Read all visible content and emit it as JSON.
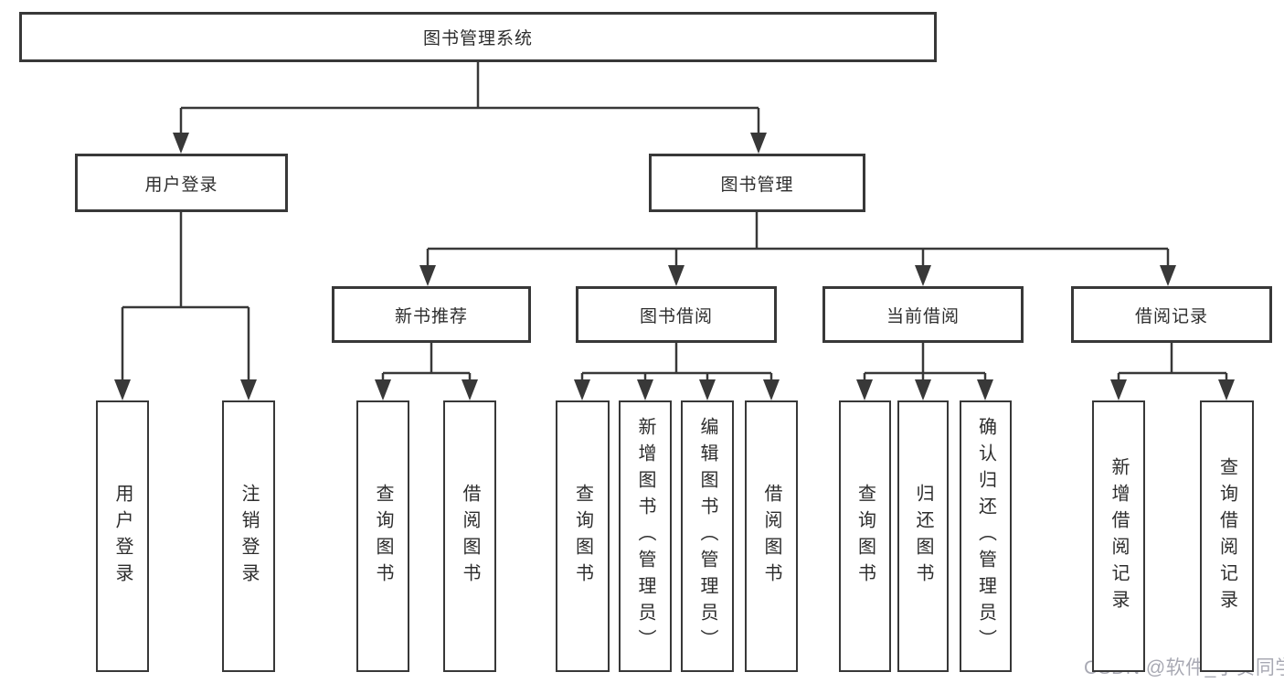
{
  "diagram": {
    "tree": {
      "label": "图书管理系统",
      "children": [
        {
          "label": "用户登录",
          "children": [
            {
              "label": "用户登录"
            },
            {
              "label": "注销登录"
            }
          ]
        },
        {
          "label": "图书管理",
          "children": [
            {
              "label": "新书推荐",
              "children": [
                {
                  "label": "查询图书"
                },
                {
                  "label": "借阅图书"
                }
              ]
            },
            {
              "label": "图书借阅",
              "children": [
                {
                  "label": "查询图书"
                },
                {
                  "label": "新增图书（管理员）"
                },
                {
                  "label": "编辑图书（管理员）"
                },
                {
                  "label": "借阅图书"
                }
              ]
            },
            {
              "label": "当前借阅",
              "children": [
                {
                  "label": "查询图书"
                },
                {
                  "label": "归还图书"
                },
                {
                  "label": "确认归还（管理员）"
                }
              ]
            },
            {
              "label": "借阅记录",
              "children": [
                {
                  "label": "新增借阅记录"
                },
                {
                  "label": "查询借阅记录"
                }
              ]
            }
          ]
        }
      ]
    },
    "watermark": {
      "text": "CSDN @软件_小贺同学"
    },
    "colors": {
      "line": "#383838",
      "box_border": "#383838",
      "text": "#2d2d2d",
      "watermark": "#a8a9b3",
      "background": "#ffffff"
    }
  }
}
